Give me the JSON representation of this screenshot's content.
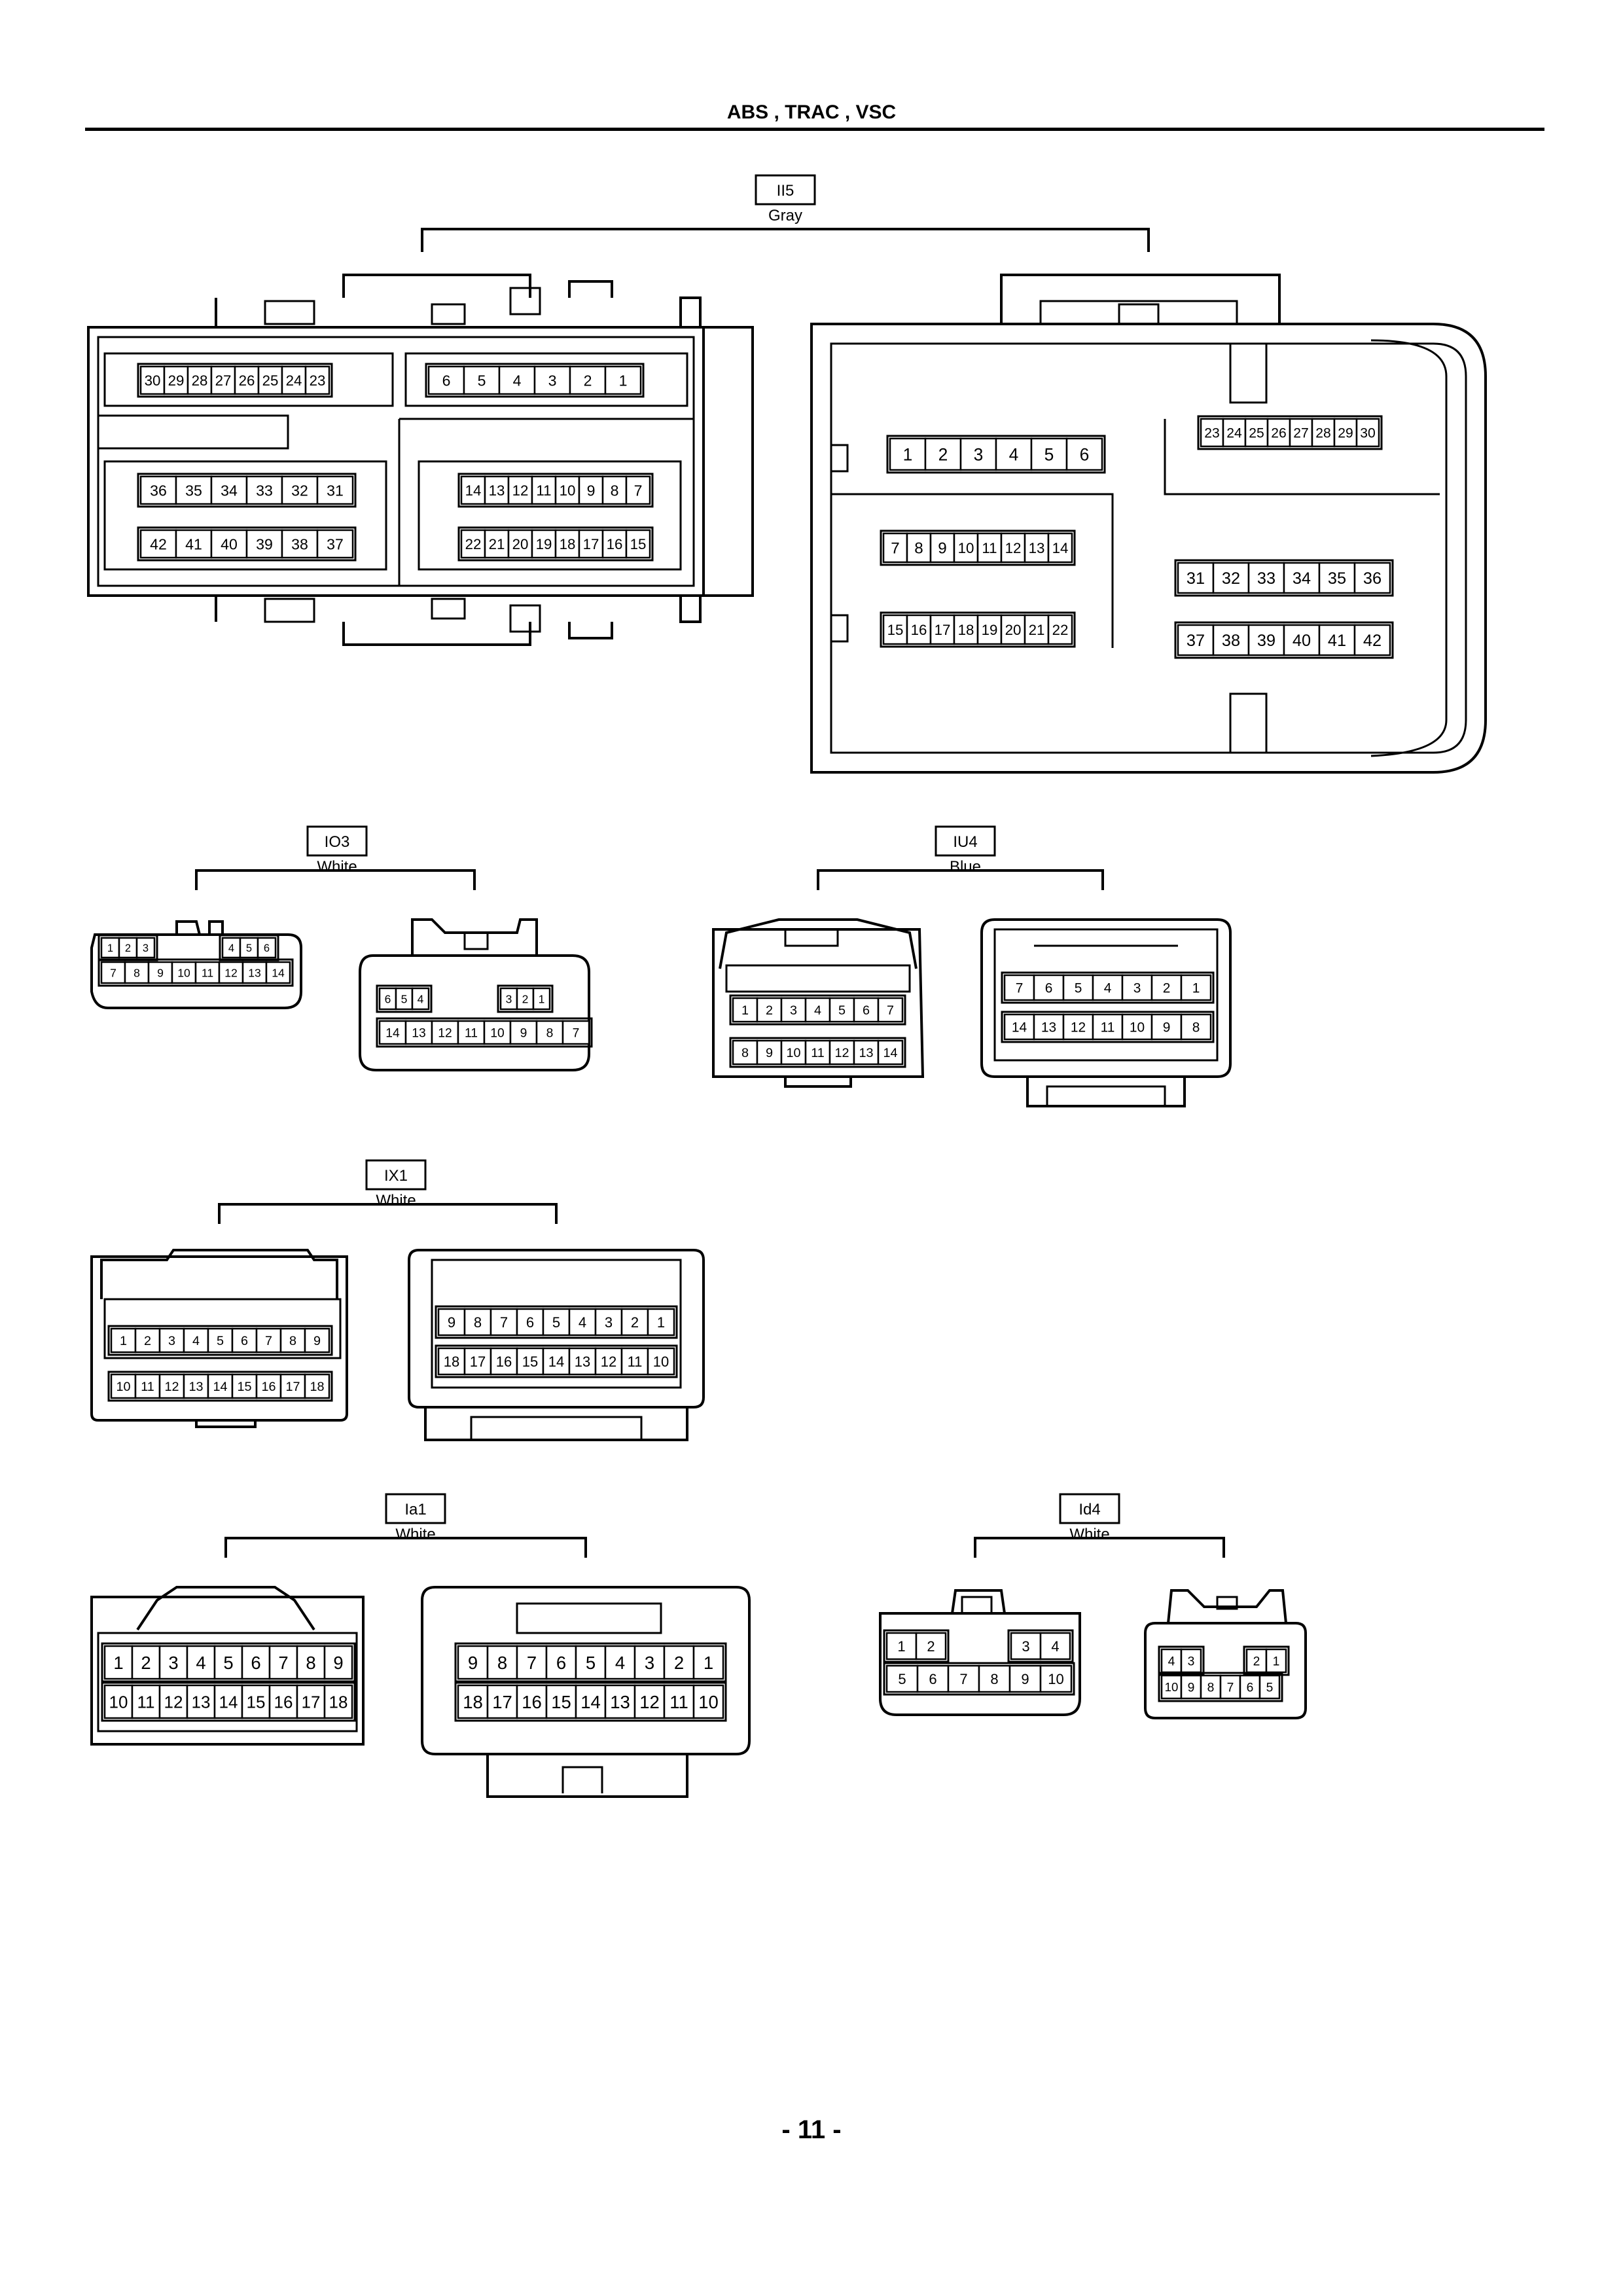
{
  "page": {
    "title": "ABS , TRAC , VSC",
    "page_number": "- 11 -"
  },
  "connectors": [
    {
      "id": "II5",
      "color": "Gray"
    },
    {
      "id": "IO3",
      "color": "White"
    },
    {
      "id": "IU4",
      "color": "Blue"
    },
    {
      "id": "IX1",
      "color": "White"
    },
    {
      "id": "Ia1",
      "color": "White"
    },
    {
      "id": "Id4",
      "color": "White"
    }
  ],
  "pins": {
    "II5_female": [
      [
        "30",
        "29",
        "28",
        "27",
        "26",
        "25",
        "24",
        "23"
      ],
      [
        "6",
        "5",
        "4",
        "3",
        "2",
        "1"
      ],
      [
        "36",
        "35",
        "34",
        "33",
        "32",
        "31"
      ],
      [
        "42",
        "41",
        "40",
        "39",
        "38",
        "37"
      ],
      [
        "14",
        "13",
        "12",
        "11",
        "10",
        "9",
        "8",
        "7"
      ],
      [
        "22",
        "21",
        "20",
        "19",
        "18",
        "17",
        "16",
        "15"
      ]
    ],
    "II5_male": [
      [
        "1",
        "2",
        "3",
        "4",
        "5",
        "6"
      ],
      [
        "23",
        "24",
        "25",
        "26",
        "27",
        "28",
        "29",
        "30"
      ],
      [
        "7",
        "8",
        "9",
        "10",
        "11",
        "12",
        "13",
        "14"
      ],
      [
        "15",
        "16",
        "17",
        "18",
        "19",
        "20",
        "21",
        "22"
      ],
      [
        "31",
        "32",
        "33",
        "34",
        "35",
        "36"
      ],
      [
        "37",
        "38",
        "39",
        "40",
        "41",
        "42"
      ]
    ],
    "IO3_left": [
      [
        "1",
        "2",
        "3"
      ],
      [
        "4",
        "5",
        "6"
      ],
      [
        "7",
        "8",
        "9",
        "10",
        "11",
        "12",
        "13",
        "14"
      ]
    ],
    "IO3_right": [
      [
        "6",
        "5",
        "4"
      ],
      [
        "3",
        "2",
        "1"
      ],
      [
        "14",
        "13",
        "12",
        "11",
        "10",
        "9",
        "8",
        "7"
      ]
    ],
    "IU4_left": [
      [
        "1",
        "2",
        "3",
        "4",
        "5",
        "6",
        "7"
      ],
      [
        "8",
        "9",
        "10",
        "11",
        "12",
        "13",
        "14"
      ]
    ],
    "IU4_right": [
      [
        "7",
        "6",
        "5",
        "4",
        "3",
        "2",
        "1"
      ],
      [
        "14",
        "13",
        "12",
        "11",
        "10",
        "9",
        "8"
      ]
    ],
    "IX1_left": [
      [
        "1",
        "2",
        "3",
        "4",
        "5",
        "6",
        "7",
        "8",
        "9"
      ],
      [
        "10",
        "11",
        "12",
        "13",
        "14",
        "15",
        "16",
        "17",
        "18"
      ]
    ],
    "IX1_right": [
      [
        "9",
        "8",
        "7",
        "6",
        "5",
        "4",
        "3",
        "2",
        "1"
      ],
      [
        "18",
        "17",
        "16",
        "15",
        "14",
        "13",
        "12",
        "11",
        "10"
      ]
    ],
    "Ia1_left": [
      [
        "1",
        "2",
        "3",
        "4",
        "5",
        "6",
        "7",
        "8",
        "9"
      ],
      [
        "10",
        "11",
        "12",
        "13",
        "14",
        "15",
        "16",
        "17",
        "18"
      ]
    ],
    "Ia1_right": [
      [
        "9",
        "8",
        "7",
        "6",
        "5",
        "4",
        "3",
        "2",
        "1"
      ],
      [
        "18",
        "17",
        "16",
        "15",
        "14",
        "13",
        "12",
        "11",
        "10"
      ]
    ],
    "Id4_left": [
      [
        "1",
        "2"
      ],
      [
        "3",
        "4"
      ],
      [
        "5",
        "6",
        "7",
        "8",
        "9",
        "10"
      ]
    ],
    "Id4_right": [
      [
        "4",
        "3"
      ],
      [
        "2",
        "1"
      ],
      [
        "10",
        "9",
        "8",
        "7",
        "6",
        "5"
      ]
    ]
  }
}
